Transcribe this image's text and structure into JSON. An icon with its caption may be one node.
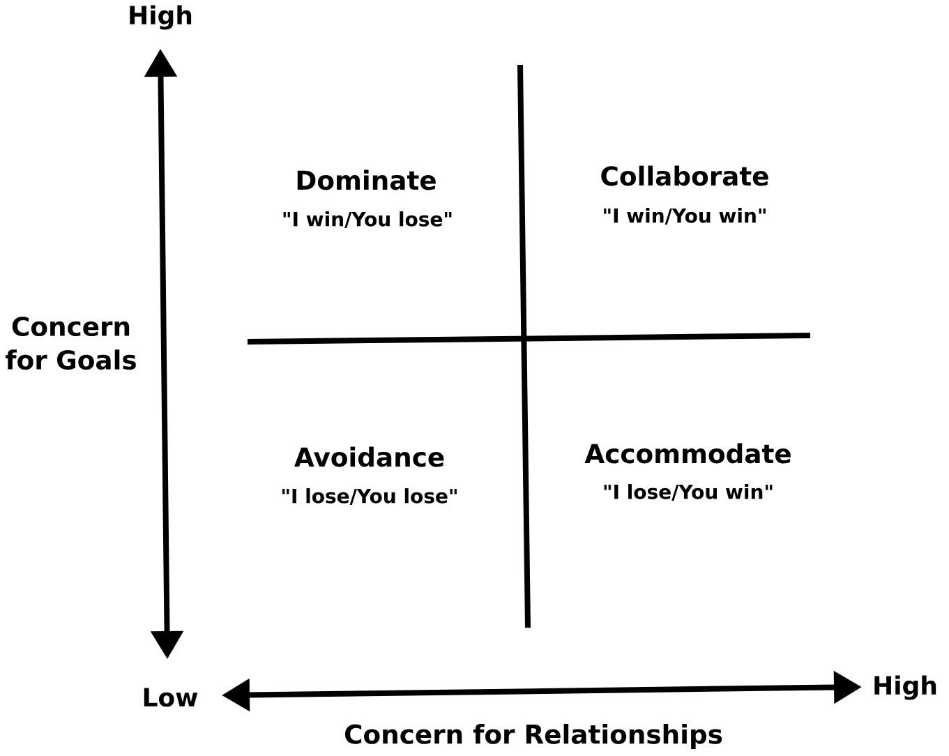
{
  "diagram": {
    "labels": [
      "High",
      "Dominate",
      "\"I win/You lose\"",
      "Collaborate",
      "\"I win/You win\"",
      "Concern for Goals",
      "Avoidance",
      "\"I lose/You lose\"",
      "Accommodate",
      "\"I lose/You win\"",
      "Low",
      "High",
      "Concern for Relationships"
    ]
  }
}
